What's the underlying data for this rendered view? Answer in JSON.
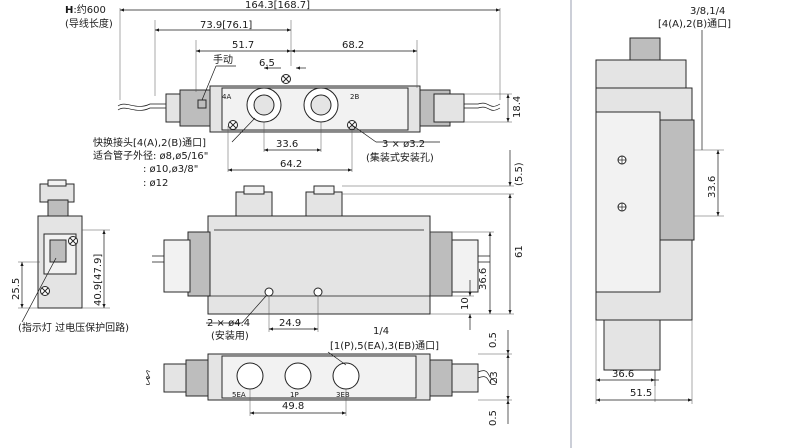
{
  "top_view": {
    "h_label": "H",
    "h_suffix": ":约600",
    "wire_length_note": "(导线长度)",
    "dim_overall": "164.3[168.7]",
    "dim_73_9": "73.9[76.1]",
    "dim_51_7": "51.7",
    "dim_68_2": "68.2",
    "dim_6_5": "6.5",
    "manual_label": "手动",
    "port_4a": "4A",
    "port_2b": "2B",
    "dim_18_4": "18.4",
    "dim_33_6": "33.6",
    "dim_64_2": "64.2",
    "fitting_line1": "快换接头[4(A),2(B)通口]",
    "fitting_line2": "适合管子外径: ø8,ø5/16\"",
    "fitting_line3": ": ø10,ø3/8\"",
    "fitting_line4": ": ø12",
    "holes_label": "3 × ø3.2",
    "holes_note": "(集装式安装孔)"
  },
  "front_view": {
    "dim_5_5": "(5.5)",
    "dim_61": "61",
    "dim_36_6": "36.6",
    "dim_10": "10",
    "mount_holes": "2 × ø4.4",
    "mount_note": "(安装用)",
    "dim_24_9": "24.9"
  },
  "left_view": {
    "dim_25_5": "25.5",
    "dim_40_9": "40.9[47.9]",
    "indicator_note": "(指示灯  过电压保护回路)"
  },
  "bottom_view": {
    "port_size": "1/4",
    "ports_note": "[1(P),5(EA),3(EB)通口]",
    "port_5ea": "5EA",
    "port_1p": "1P",
    "port_3eb": "3EB",
    "dim_49_8": "49.8",
    "dim_0_5_top": "0.5",
    "dim_23": "23",
    "dim_0_5_bottom": "0.5"
  },
  "side_view": {
    "thread_size": "3/8,1/4",
    "ports_note": "[4(A),2(B)通口]",
    "dim_33_6": "33.6",
    "dim_36_6": "36.6",
    "dim_51_5": "51.5"
  }
}
